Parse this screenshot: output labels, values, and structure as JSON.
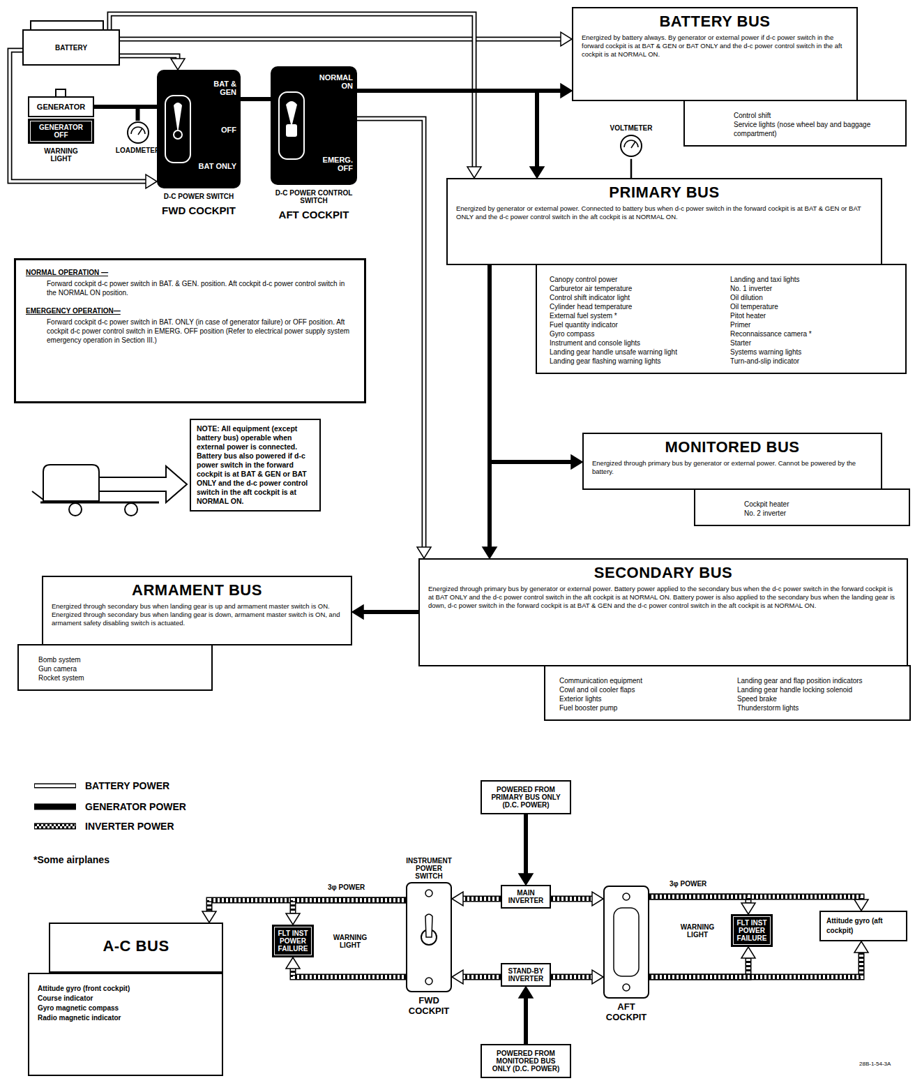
{
  "diagram": {
    "nodes": [
      {
        "text": [
          "BATTERY"
        ]
      },
      {
        "text": [
          "GENERATOR"
        ]
      },
      {
        "text": [
          "GENERATOR OFF",
          "WARNING LIGHT"
        ]
      },
      {
        "text": [
          "LOADMETER"
        ]
      },
      {
        "text": [
          "BAT & GEN",
          "OFF",
          "BAT ONLY",
          "D-C POWER SWITCH",
          "FWD COCKPIT"
        ]
      },
      {
        "text": [
          "NORMAL ON",
          "EMERG. OFF",
          "D-C POWER CONTROL SWITCH",
          "AFT COCKPIT"
        ]
      },
      {
        "text": [
          "BATTERY BUS",
          "Energized by battery always. By generator or external power if d-c power switch in the forward cockpit is at BAT & GEN or BAT ONLY and the d-c power control switch in the aft cockpit is at NORMAL ON."
        ]
      },
      {
        "text": [
          "Control shift",
          "Service lights (nose wheel bay and baggage compartment)"
        ]
      },
      {
        "text": [
          "VOLTMETER"
        ]
      },
      {
        "text": [
          "PRIMARY BUS",
          "Energized by generator or external power. Connected to battery bus when d-c power switch in the forward cockpit is at BAT & GEN or BAT ONLY and the d-c power control switch in the aft cockpit is at NORMAL ON."
        ]
      },
      {
        "text": [
          "Canopy control power",
          "Carburetor air temperature",
          "Control shift indicator light",
          "Cylinder head temperature",
          "External fuel system *",
          "Fuel quantity indicator",
          "Gyro compass",
          "Instrument and console lights",
          "Landing gear handle unsafe warning light",
          "Landing gear flashing warning lights",
          "Landing and taxi lights",
          "No. 1 inverter",
          "Oil dilution",
          "Oil temperature",
          "Pitot heater",
          "Primer",
          "Reconnaissance camera *",
          "Starter",
          "Systems warning lights",
          "Turn-and-slip indicator"
        ]
      },
      {
        "text": [
          "NORMAL OPERATION —",
          "Forward cockpit d-c power switch in BAT. & GEN. position. Aft cockpit d-c power control switch in the NORMAL ON position.",
          "EMERGENCY OPERATION—",
          "Forward cockpit d-c power switch in BAT. ONLY (in case of generator failure) or OFF position. Aft cockpit d-c power control switch in EMERG. OFF position (Refer to electrical power supply system emergency operation in Section III.)"
        ]
      },
      {
        "text": [
          "NOTE: All equipment (except battery bus) operable when external power is connected. Battery bus also powered if d-c power switch in the forward cockpit is at BAT & GEN or BAT ONLY and the d-c power control switch in the aft cockpit is at NORMAL ON."
        ]
      },
      {
        "text": [
          "MONITORED BUS",
          "Energized through primary bus by generator or external power. Cannot be powered by the battery."
        ]
      },
      {
        "text": [
          "Cockpit heater",
          "No. 2 inverter"
        ]
      },
      {
        "text": [
          "ARMAMENT BUS",
          "Energized through secondary bus when landing gear is up and armament master switch is ON. Energized through secondary bus when landing gear is down, armament master switch is ON, and armament safety disabling switch is actuated."
        ]
      },
      {
        "text": [
          "Bomb system",
          "Gun camera",
          "Rocket system"
        ]
      },
      {
        "text": [
          "SECONDARY BUS",
          "Energized through primary bus by generator or external power. Battery power applied to the secondary bus when the d-c power switch in the forward cockpit is at BAT ONLY and the d-c power control switch in the aft cockpit is at NORMAL ON. Battery power is also applied to the secondary bus when the landing gear is down, d-c power switch in the forward cockpit is at BAT & GEN and the d-c power control switch in the aft cockpit is at NORMAL ON."
        ]
      },
      {
        "text": [
          "Communication equipment",
          "Cowl and oil cooler flaps",
          "Exterior lights",
          "Fuel booster pump",
          "Landing gear and flap position indicators",
          "Landing gear handle locking solenoid",
          "Speed brake",
          "Thunderstorm lights"
        ]
      },
      {
        "text": [
          "POWERED FROM PRIMARY BUS ONLY (D.C. POWER)"
        ]
      },
      {
        "text": [
          "MAIN INVERTER"
        ]
      },
      {
        "text": [
          "STAND-BY INVERTER"
        ]
      },
      {
        "text": [
          "POWERED FROM MONITORED BUS ONLY (D.C. POWER)"
        ]
      },
      {
        "text": [
          "A-C BUS"
        ]
      },
      {
        "text": [
          "Attitude gyro (front cockpit)",
          "Course indicator",
          "Gyro magnetic compass",
          "Radio magnetic indicator"
        ]
      },
      {
        "text": [
          "FLT INST POWER FAILURE",
          "WARNING LIGHT"
        ]
      },
      {
        "text": [
          "INSTRUMENT POWER SWITCH",
          "FWD COCKPIT"
        ]
      },
      {
        "text": [
          "AFT COCKPIT"
        ]
      },
      {
        "text": [
          "FLT INST POWER FAILURE",
          "WARNING LIGHT"
        ]
      },
      {
        "text": [
          "Attitude gyro (aft cockpit)"
        ]
      }
    ],
    "edges": [
      {
        "from": 0,
        "to": 6,
        "arrow": "to"
      },
      {
        "from": 0,
        "to": 4,
        "arrow": "to"
      },
      {
        "from": 0,
        "to": 4,
        "arrow": "to"
      },
      {
        "from": 0,
        "to": 9,
        "arrow": "to"
      },
      {
        "from": 1,
        "to": 4,
        "arrow": "none"
      },
      {
        "from": 1,
        "to": 3,
        "arrow": "none"
      },
      {
        "from": 4,
        "to": 5,
        "arrow": "none"
      },
      {
        "from": 5,
        "to": 6,
        "arrow": "to"
      },
      {
        "from": 5,
        "to": 9,
        "arrow": "to"
      },
      {
        "from": 5,
        "to": 17,
        "arrow": "to"
      },
      {
        "from": 8,
        "to": 9,
        "arrow": "none"
      },
      {
        "from": 9,
        "to": 13,
        "arrow": "to"
      },
      {
        "from": 9,
        "to": 17,
        "arrow": "to"
      },
      {
        "from": 17,
        "to": 15,
        "arrow": "to"
      },
      {
        "from": 19,
        "to": 20,
        "arrow": "to"
      },
      {
        "from": 22,
        "to": 21,
        "arrow": "to"
      },
      {
        "from": 20,
        "to": 26,
        "arrow": "to"
      },
      {
        "from": 21,
        "to": 26,
        "arrow": "to"
      },
      {
        "from": 26,
        "to": 23,
        "arrow": "to"
      },
      {
        "from": 26,
        "to": 25,
        "arrow": "to"
      },
      {
        "from": 26,
        "to": 25,
        "arrow": "to"
      },
      {
        "from": 20,
        "to": 27,
        "arrow": "to"
      },
      {
        "from": 21,
        "to": 27,
        "arrow": "to"
      },
      {
        "from": 27,
        "to": 29,
        "arrow": "to"
      },
      {
        "from": 27,
        "to": 28,
        "arrow": "to"
      },
      {
        "from": 27,
        "to": 28,
        "arrow": "to"
      },
      {
        "from": 27,
        "to": 29,
        "arrow": "to"
      }
    ],
    "labels": [
      "3φ POWER",
      "3φ POWER",
      "*Some airplanes",
      "28B-1-54-3A"
    ],
    "legend": [
      {
        "text": "BATTERY POWER"
      },
      {
        "text": "GENERATOR POWER"
      },
      {
        "text": "INVERTER POWER"
      }
    ]
  }
}
